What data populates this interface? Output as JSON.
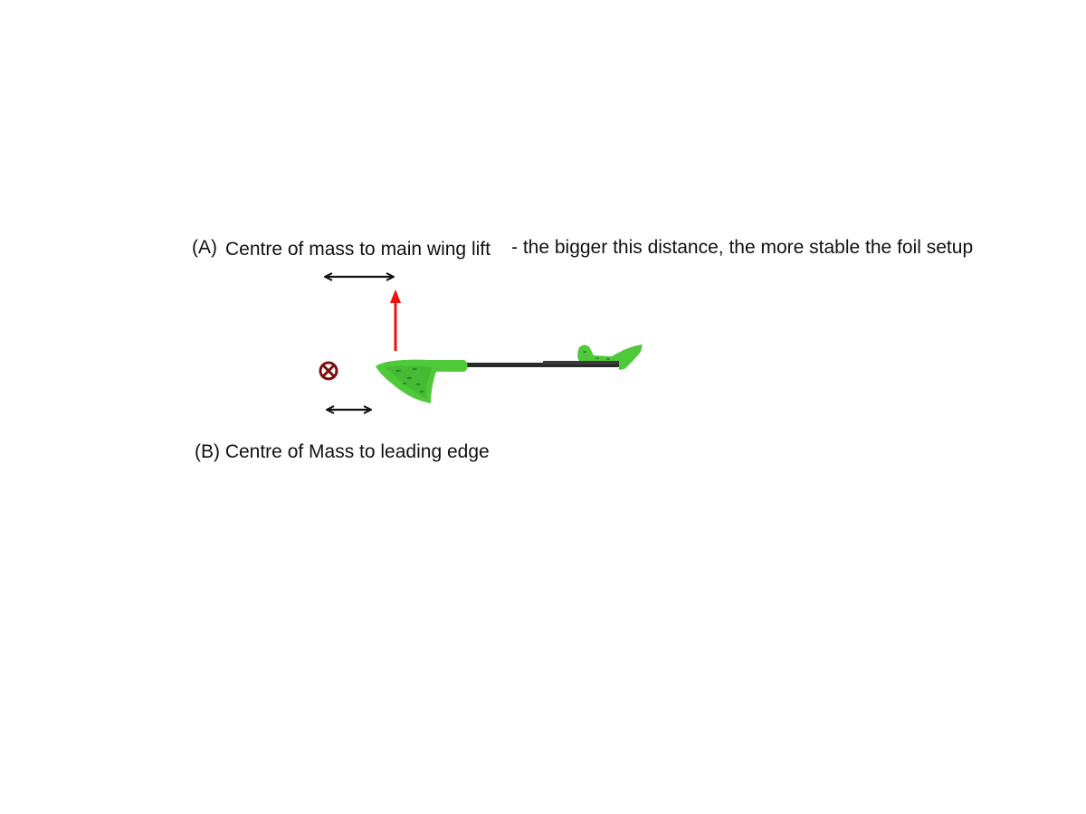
{
  "labels": {
    "a_tag": "(A)",
    "a_text": "Centre of mass to main wing lift",
    "a_rest": "- the bigger this distance, the more stable the foil setup",
    "b_text": "(B) Centre of Mass to leading edge"
  },
  "icons": {
    "centre_of_mass": "circle-x-icon",
    "lift_vector": "arrow-up-icon",
    "distance_a": "double-arrow-horizontal-icon",
    "distance_b": "double-arrow-horizontal-icon",
    "foil": "hydrofoil-icon"
  },
  "colors": {
    "lift_arrow": "#ee1111",
    "centre_of_mass": "#7a1010",
    "foil_green": "#4fc93a",
    "foil_dark": "#2f8a2a",
    "fuselage": "#2a2a2a",
    "text": "#111111"
  }
}
